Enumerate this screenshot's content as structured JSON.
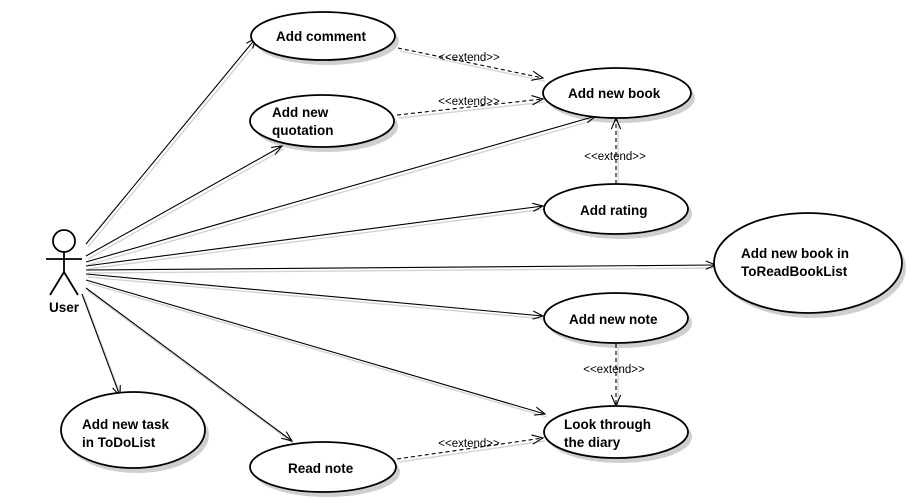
{
  "actor": {
    "name": "User"
  },
  "use_cases": [
    {
      "id": "add-comment",
      "lines": [
        "Add comment"
      ]
    },
    {
      "id": "add-new-quotation",
      "lines": [
        "Add new",
        "quotation"
      ]
    },
    {
      "id": "add-new-book",
      "lines": [
        "Add new book"
      ]
    },
    {
      "id": "add-rating",
      "lines": [
        "Add rating"
      ]
    },
    {
      "id": "add-new-book-toread",
      "lines": [
        "Add new book in",
        "ToReadBookList"
      ]
    },
    {
      "id": "add-new-note",
      "lines": [
        "Add new note"
      ]
    },
    {
      "id": "look-through-diary",
      "lines": [
        "Look through",
        "the diary"
      ]
    },
    {
      "id": "add-new-task-todo",
      "lines": [
        "Add new task",
        "in ToDoList"
      ]
    },
    {
      "id": "read-note",
      "lines": [
        "Read note"
      ]
    }
  ],
  "associations": [
    {
      "to": "add-comment"
    },
    {
      "to": "add-new-quotation"
    },
    {
      "to": "add-new-book"
    },
    {
      "to": "add-rating"
    },
    {
      "to": "add-new-book-toread"
    },
    {
      "to": "add-new-note"
    },
    {
      "to": "look-through-diary"
    },
    {
      "to": "add-new-task-todo"
    },
    {
      "to": "read-note"
    }
  ],
  "extends": [
    {
      "from": "add-comment",
      "to": "add-new-book",
      "label": "<<extend>>"
    },
    {
      "from": "add-new-quotation",
      "to": "add-new-book",
      "label": "<<extend>>"
    },
    {
      "from": "add-rating",
      "to": "add-new-book",
      "label": "<<extend>>"
    },
    {
      "from": "add-new-note",
      "to": "look-through-diary",
      "label": "<<extend>>"
    },
    {
      "from": "read-note",
      "to": "look-through-diary",
      "label": "<<extend>>"
    }
  ]
}
